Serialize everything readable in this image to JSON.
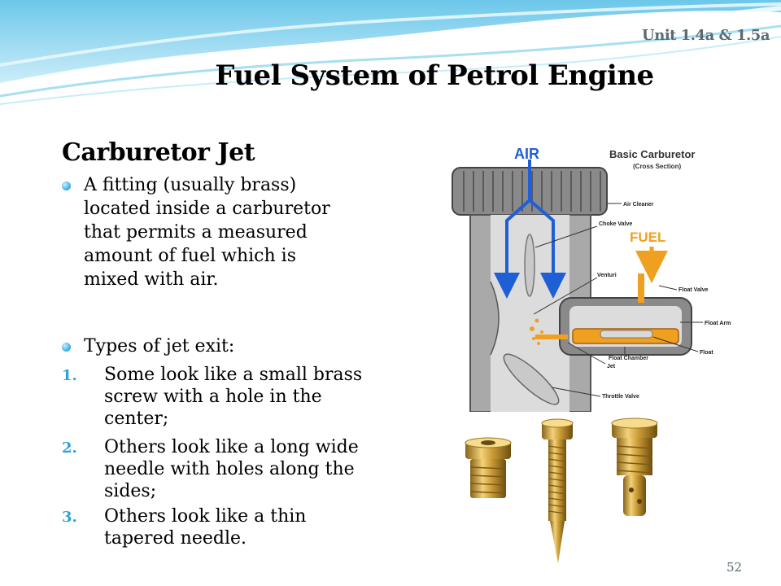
{
  "header": {
    "unit_label": "Unit 1.4a & 1.5a",
    "title": "Fuel System of Petrol Engine"
  },
  "content": {
    "subtitle": "Carburetor Jet",
    "bullets": [
      {
        "text": "A fitting (usually brass)\nlocated inside a carburetor\nthat permits a measured\namount of fuel which is\nmixed with air."
      },
      {
        "text": "Types of jet exit:"
      }
    ],
    "numbered": [
      {
        "num": "1.",
        "text": "Some look like a small brass\nscrew with a hole in the\ncenter;"
      },
      {
        "num": "2.",
        "text": "Others look like a long wide\nneedle with holes along the\nsides;"
      },
      {
        "num": "3.",
        "text": "Others look like a thin\ntapered needle."
      }
    ]
  },
  "diagram": {
    "heading": "Basic Carburetor",
    "subheading": "(Cross Section)",
    "air_label": "AIR",
    "fuel_label": "FUEL",
    "labels": {
      "air_cleaner": "Air Cleaner",
      "choke_valve": "Choke Valve",
      "venturi": "Venturi",
      "float_valve": "Float Valve",
      "float_arm": "Float Arm",
      "float": "Float",
      "float_chamber": "Float Chamber",
      "jet": "Jet",
      "throttle_valve": "Throttle Valve"
    },
    "colors": {
      "air": "#1f5fd6",
      "fuel": "#f0a020",
      "body": "#8c8c8c"
    }
  },
  "photo": {
    "subject": "three brass carburetor jets"
  },
  "footer": {
    "page_number": "52"
  }
}
